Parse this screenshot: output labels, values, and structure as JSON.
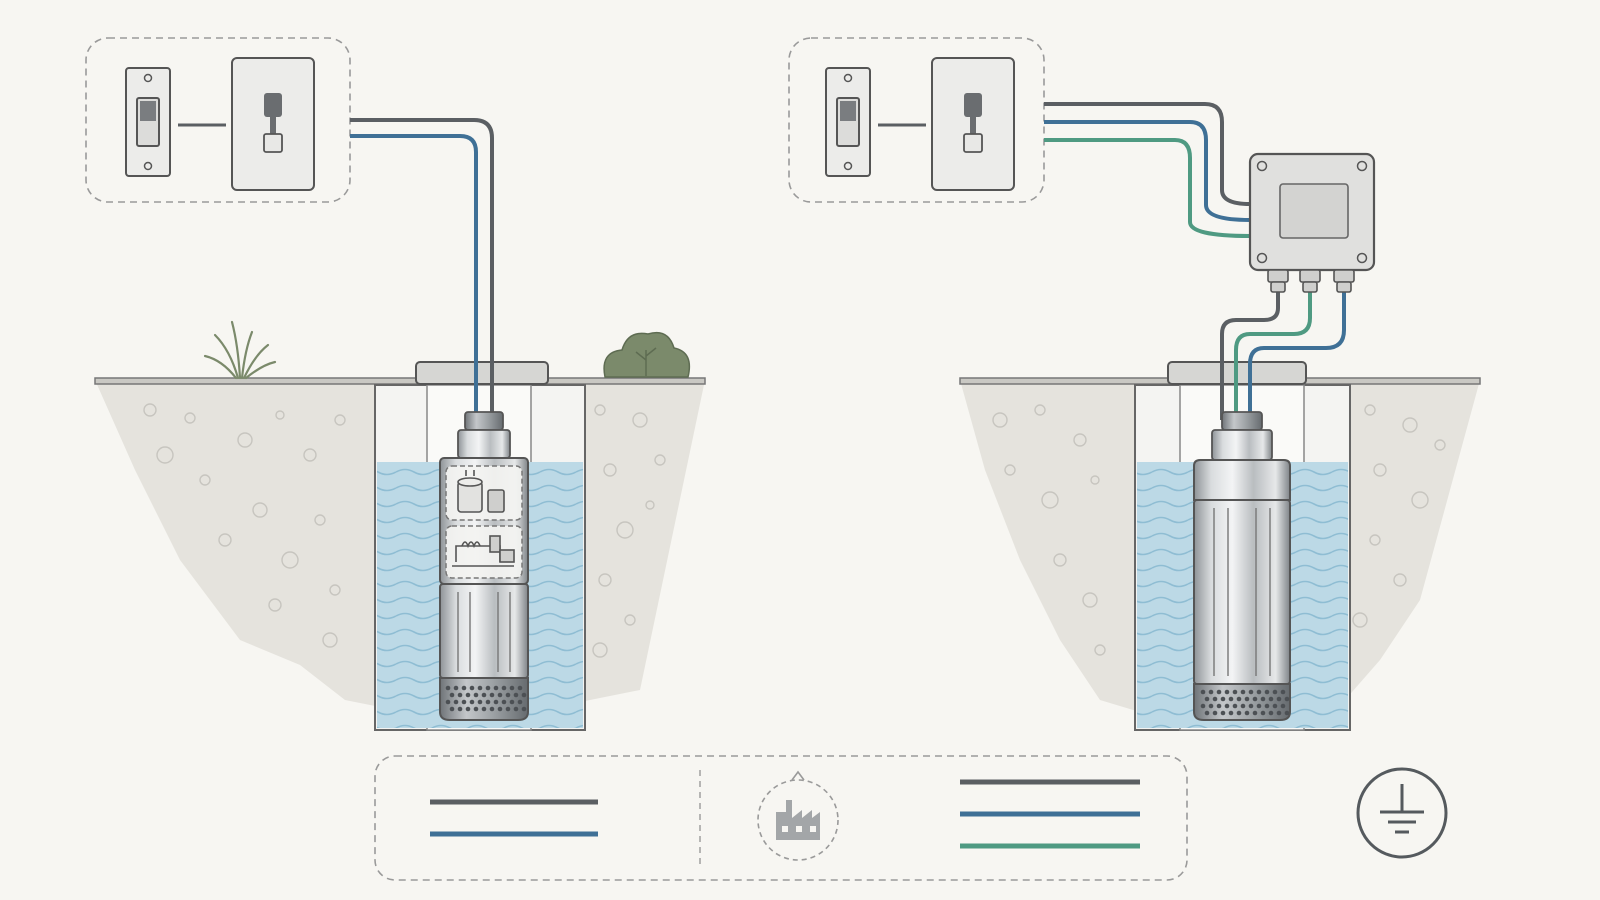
{
  "diagram": {
    "left_panel": {
      "wires": [
        "black",
        "blue"
      ],
      "control": "in-pump",
      "components": [
        "breaker-switch",
        "disconnect-switch",
        "well-cap",
        "submersible-pump",
        "internal-controls"
      ]
    },
    "right_panel": {
      "wires": [
        "black",
        "blue",
        "green"
      ],
      "control": "external-control-box",
      "components": [
        "breaker-switch",
        "disconnect-switch",
        "control-box",
        "well-cap",
        "submersible-pump"
      ]
    },
    "legend": {
      "left_wires": [
        "black",
        "blue"
      ],
      "right_wires": [
        "black",
        "blue",
        "green"
      ],
      "center_icon": "factory-icon"
    },
    "ground_icon": "ground-symbol-icon"
  },
  "colors": {
    "background": "#f7f6f2",
    "wire_black": "#5b5f63",
    "wire_blue": "#3f7096",
    "wire_green": "#4f9a82",
    "water": "#bcd9e6",
    "soil": "#e5e3dd",
    "outline": "#555a5e",
    "dashed": "#9a9a9a",
    "foliage": "#7b8a6b"
  }
}
